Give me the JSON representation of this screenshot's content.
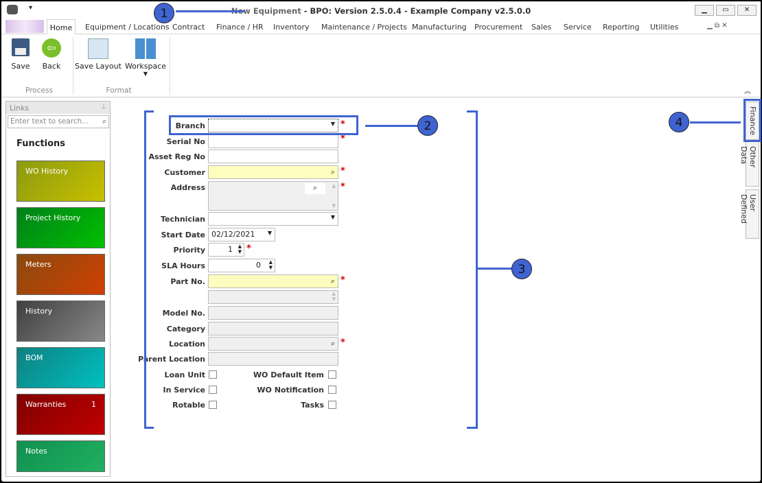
{
  "window": {
    "title_doc": "New Equipment",
    "title_rest": " - BPO: Version 2.5.0.4 - Example Company v2.5.0.0",
    "min": "▁",
    "max": "▭",
    "close": "✕"
  },
  "tabs": [
    "Home",
    "Equipment / Locations",
    "Contract",
    "Finance / HR",
    "Inventory",
    "Maintenance / Projects",
    "Manufacturing",
    "Procurement",
    "Sales",
    "Service",
    "Reporting",
    "Utilities"
  ],
  "ribbon": {
    "save": "Save",
    "back": "Back",
    "save_layout": "Save Layout",
    "workspace": "Workspace",
    "group_process": "Process",
    "group_format": "Format"
  },
  "links": {
    "title": "Links",
    "search_placeholder": "Enter text to search...",
    "functions": "Functions",
    "tiles": [
      {
        "label": "WO History",
        "badge": ""
      },
      {
        "label": "Project History",
        "badge": ""
      },
      {
        "label": "Meters",
        "badge": ""
      },
      {
        "label": "History",
        "badge": ""
      },
      {
        "label": "BOM",
        "badge": ""
      },
      {
        "label": "Warranties",
        "badge": "1"
      },
      {
        "label": "Notes",
        "badge": ""
      }
    ]
  },
  "form": {
    "branch": "Branch",
    "serial_no": "Serial No",
    "asset_reg_no": "Asset Reg No",
    "customer": "Customer",
    "address": "Address",
    "technician": "Technician",
    "start_date": "Start Date",
    "start_date_value": "02/12/2021",
    "priority": "Priority",
    "priority_value": "1",
    "sla_hours": "SLA Hours",
    "sla_hours_value": "0",
    "part_no": "Part No.",
    "model_no": "Model No.",
    "category": "Category",
    "location": "Location",
    "parent_location": "Parent Location",
    "loan_unit": "Loan Unit",
    "in_service": "In Service",
    "rotable": "Rotable",
    "wo_default_item": "WO Default Item",
    "wo_notification": "WO Notification",
    "tasks": "Tasks",
    "required": "*"
  },
  "side_tabs": [
    "Finance",
    "Other Data",
    "User Defined"
  ],
  "annotations": [
    "1",
    "2",
    "3",
    "4"
  ]
}
